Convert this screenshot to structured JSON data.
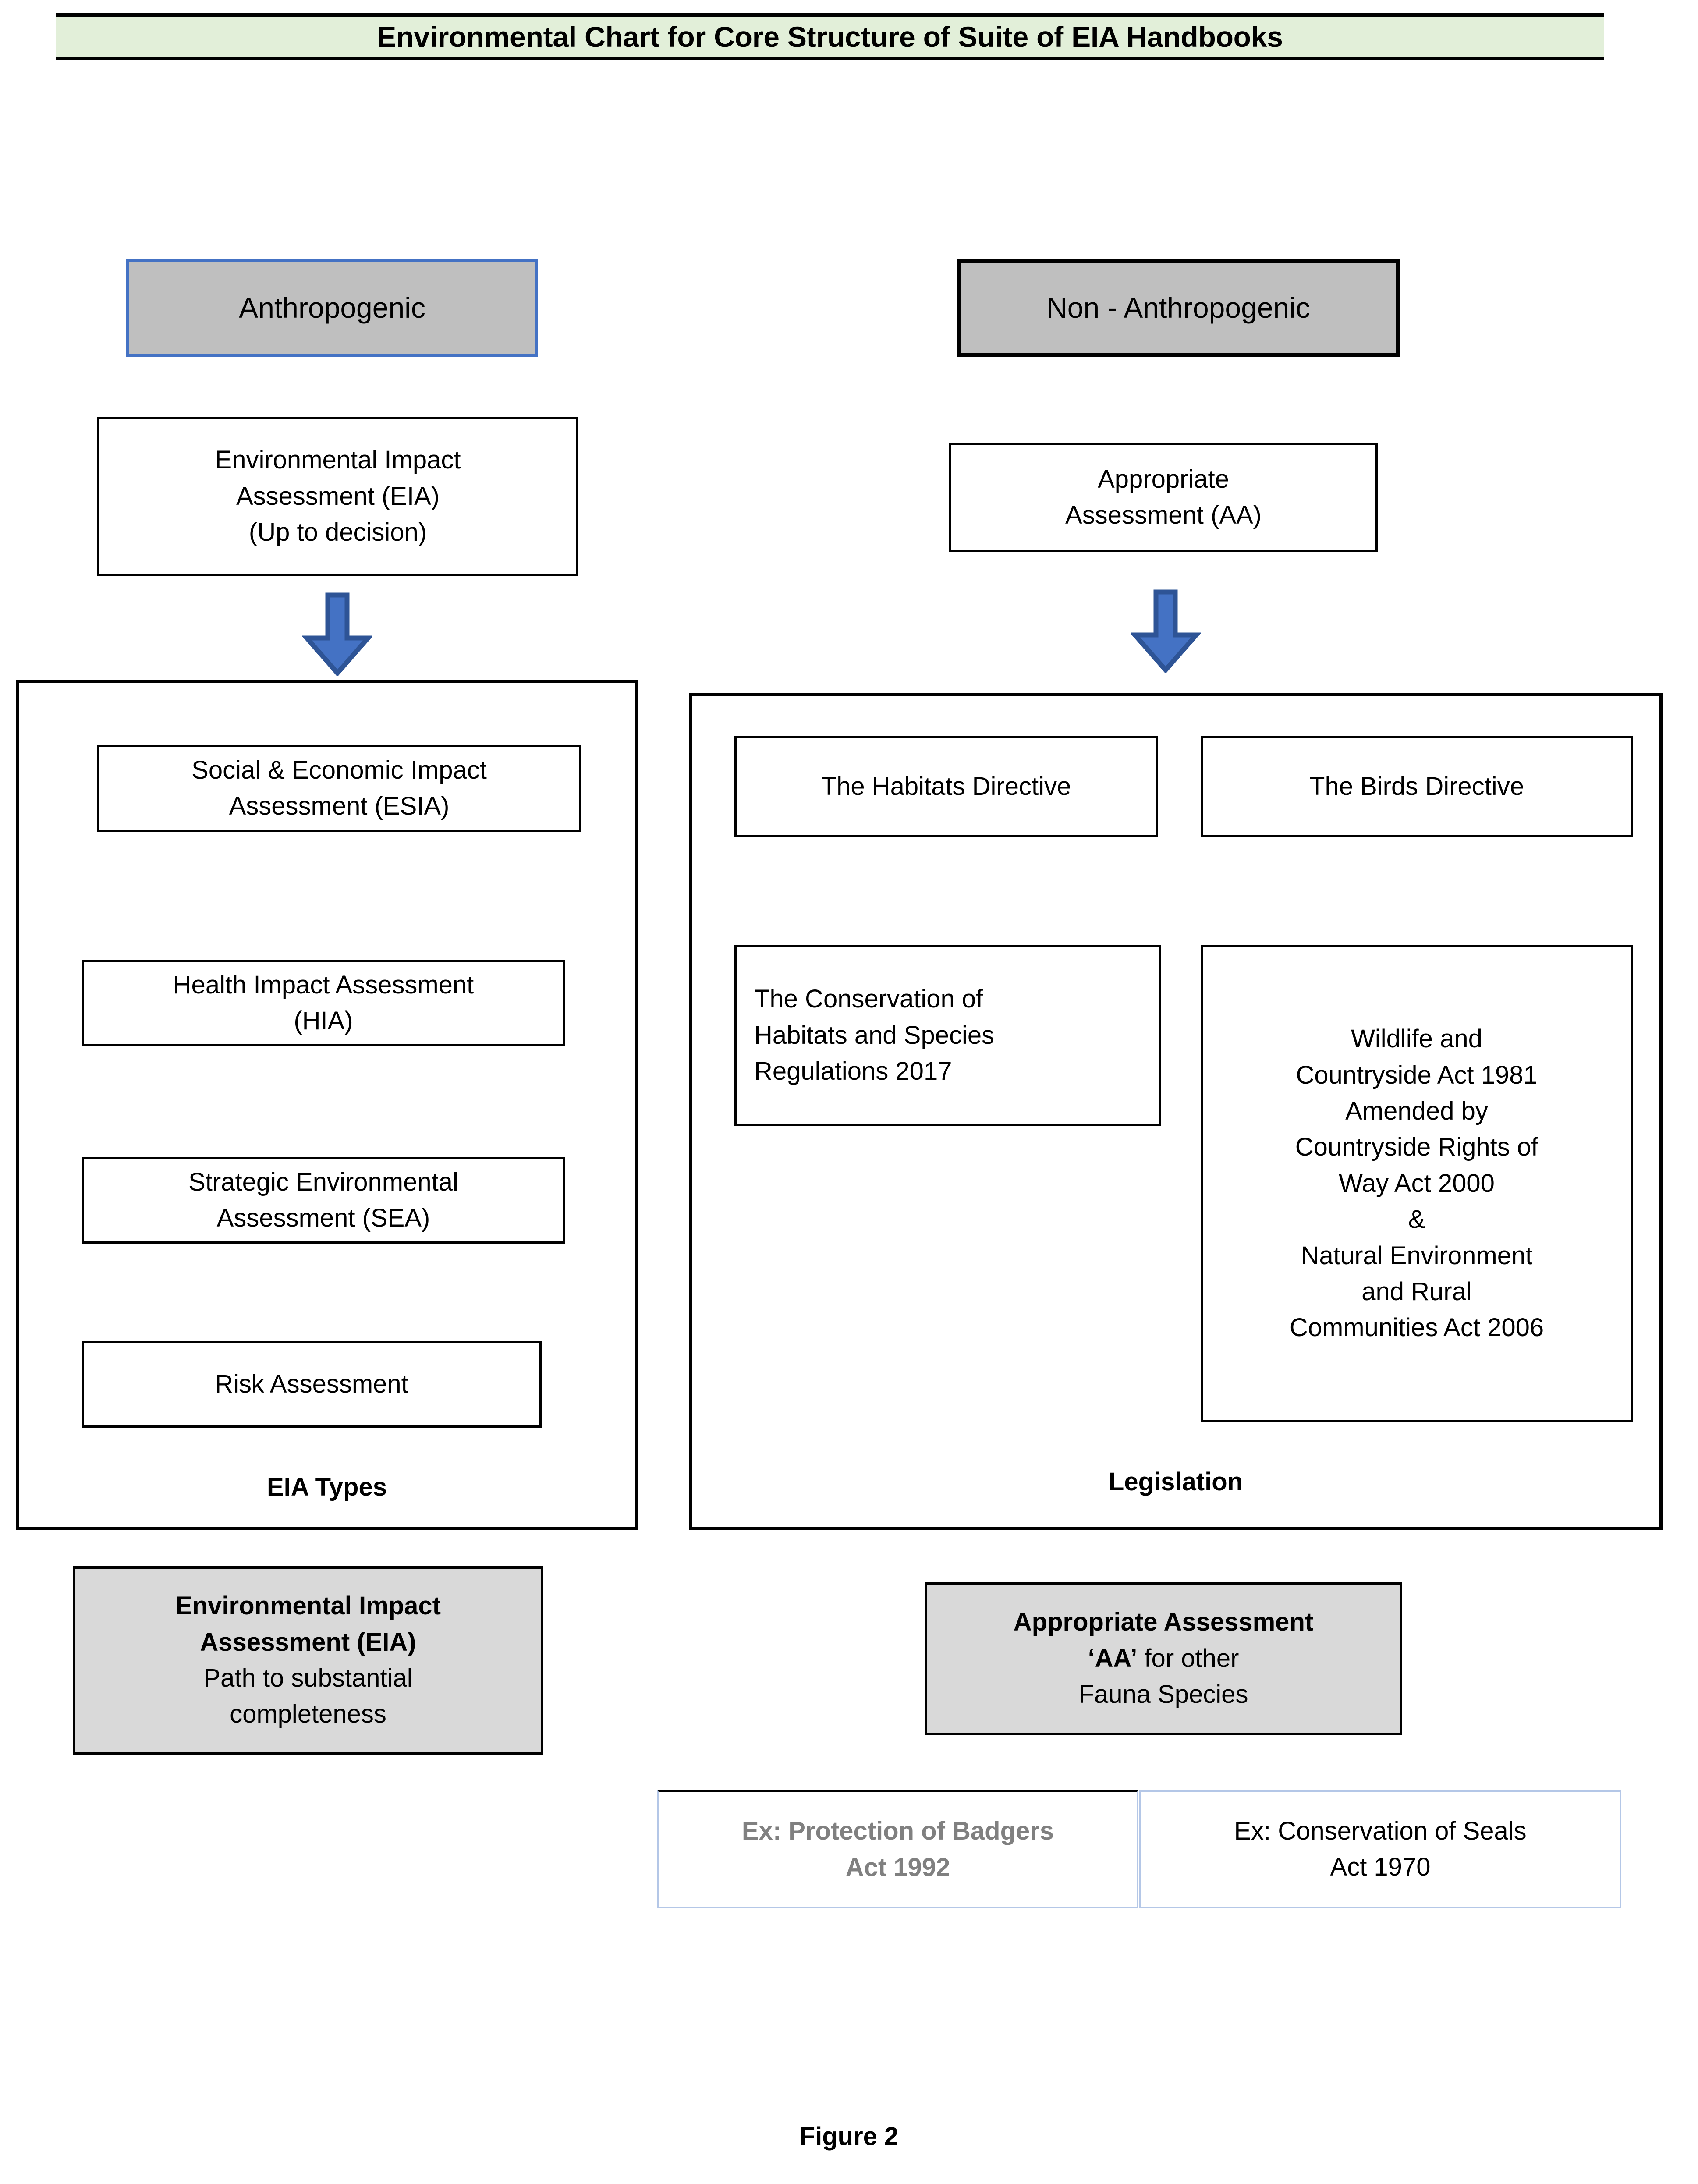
{
  "title": {
    "text": "Environmental Chart for Core Structure of Suite of EIA Handbooks",
    "background_color": "#E2EFD9"
  },
  "colors": {
    "header_fill": "#BFBFBF",
    "anthropogenic_border": "#4472C4",
    "arrow_fill": "#4472C4",
    "arrow_border": "#2E5496",
    "grey_box_fill": "#D9D9D9",
    "example_border": "#B4C7E7",
    "muted_text": "#808080"
  },
  "columns": {
    "left": {
      "header": "Anthropogenic",
      "assessment": {
        "line1": "Environmental Impact",
        "line2": "Assessment (EIA)",
        "line3": "(Up to decision)"
      },
      "arrow": "down-arrow",
      "panel_label": "EIA Types",
      "types": [
        {
          "line1": "Social & Economic Impact",
          "line2": "Assessment (ESIA)"
        },
        {
          "line1": "Health Impact Assessment",
          "line2": "(HIA)"
        },
        {
          "line1": "Strategic Environmental",
          "line2": "Assessment (SEA)"
        },
        {
          "line1": "Risk Assessment",
          "line2": ""
        }
      ],
      "summary": {
        "bold1": "Environmental Impact",
        "bold2": "Assessment (EIA)",
        "plain1": "Path to substantial",
        "plain2": "completeness"
      }
    },
    "right": {
      "header": "Non - Anthropogenic",
      "assessment": {
        "line1": "Appropriate",
        "line2": "Assessment (AA)"
      },
      "arrow": "down-arrow",
      "panel_label": "Legislation",
      "legislation": [
        {
          "id": "habitats-directive",
          "lines": [
            "The Habitats Directive"
          ]
        },
        {
          "id": "birds-directive",
          "lines": [
            "The Birds Directive"
          ]
        },
        {
          "id": "conservation-regs",
          "lines": [
            "The Conservation of",
            "Habitats and Species",
            "Regulations 2017"
          ]
        },
        {
          "id": "wildlife-act",
          "lines": [
            "Wildlife and",
            "Countryside Act 1981",
            "Amended by",
            "Countryside Rights of",
            "Way Act 2000",
            "&",
            "Natural Environment",
            "and Rural",
            "Communities Act 2006"
          ]
        }
      ],
      "summary": {
        "bold1": "Appropriate Assessment",
        "bold2": "‘AA’",
        "plain2": " for other",
        "plain3": "Fauna Species"
      },
      "examples": [
        {
          "id": "badgers",
          "line1": "Ex: Protection of Badgers",
          "line2": "Act 1992"
        },
        {
          "id": "seals",
          "line1": "Ex: Conservation of Seals",
          "line2": "Act 1970"
        }
      ]
    }
  },
  "caption": "Figure 2"
}
